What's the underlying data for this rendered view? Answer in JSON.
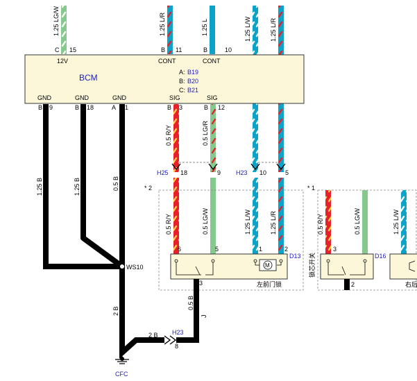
{
  "bcm": {
    "name": "BCM",
    "connectors": {
      "a": "B19",
      "b": "B20",
      "c": "B21"
    },
    "pin_12v": "12V",
    "pin_cont": "CONT",
    "pin_gnd": "GND",
    "pin_sig": "SIG",
    "letter_a": "A:",
    "letter_b": "B:",
    "letter_c": "C:"
  },
  "top_wires": [
    {
      "label": "1.25 LG/W",
      "pin": "15",
      "conn": "C",
      "color": "#86c98e",
      "stripe": "#ffffff"
    },
    {
      "label": "1.25 L/R",
      "pin": "11",
      "conn": "B",
      "color": "#0da2c8",
      "stripe": "#e8202a"
    },
    {
      "label": "1.25 L",
      "pin": "10",
      "conn": "B",
      "color": "#0da2c8",
      "stripe": ""
    },
    {
      "label": "1.25 L/W",
      "pin": "",
      "conn": "",
      "color": "#0da2c8",
      "stripe": "#ffffff"
    },
    {
      "label": "1.25 L/R",
      "pin": "",
      "conn": "",
      "color": "#0da2c8",
      "stripe": "#e8202a"
    }
  ],
  "gnd_wires": [
    {
      "label": "1.25 B",
      "pin": "9",
      "conn": "B"
    },
    {
      "label": "1.25 B",
      "pin": "18",
      "conn": "B"
    },
    {
      "label": "0.5 B",
      "pin": "1",
      "conn": "A"
    }
  ],
  "sig_wires": [
    {
      "label": "0.5 R/Y",
      "pin": "3",
      "conn": "B",
      "h_pin": "18",
      "lock_pin": "6",
      "lower_label": "0.5 R/Y"
    },
    {
      "label": "0.5 LG/R",
      "pin": "12",
      "conn": "B",
      "h_pin": "9",
      "lock_pin": "5",
      "lower_label": "0.5 LG/W"
    }
  ],
  "cont_lower": [
    {
      "h_pin": "10",
      "lock_pin": "1",
      "lower_label": "1.25 L/W"
    },
    {
      "h_pin": "5",
      "lock_pin": "2",
      "lower_label": "1.25 L/R"
    }
  ],
  "connectors": {
    "h25": "H25",
    "h23_top": "H23",
    "h23_bottom": "H23",
    "h23_bottom_pin": "8",
    "d13": "D13",
    "d16": "D16"
  },
  "splice": {
    "label": "WS10",
    "wire_label": "2 B"
  },
  "ground": {
    "label": "CFC",
    "wire_label": "2 B"
  },
  "lock": {
    "label": "左前门锁",
    "motor": "M",
    "out_pin": "3",
    "out_wire": "0.5 B",
    "joint": "J"
  },
  "option_marks": {
    "star2": "* 2",
    "star1": "* 1"
  },
  "right_module": {
    "side_label": "锁芯开关",
    "wire1": "0.5 R/Y",
    "wire2": "0.5 LG/W",
    "wire3": "1.25 L/W",
    "pin_a": "3",
    "pin_b": "2",
    "partial_label": "右后"
  }
}
